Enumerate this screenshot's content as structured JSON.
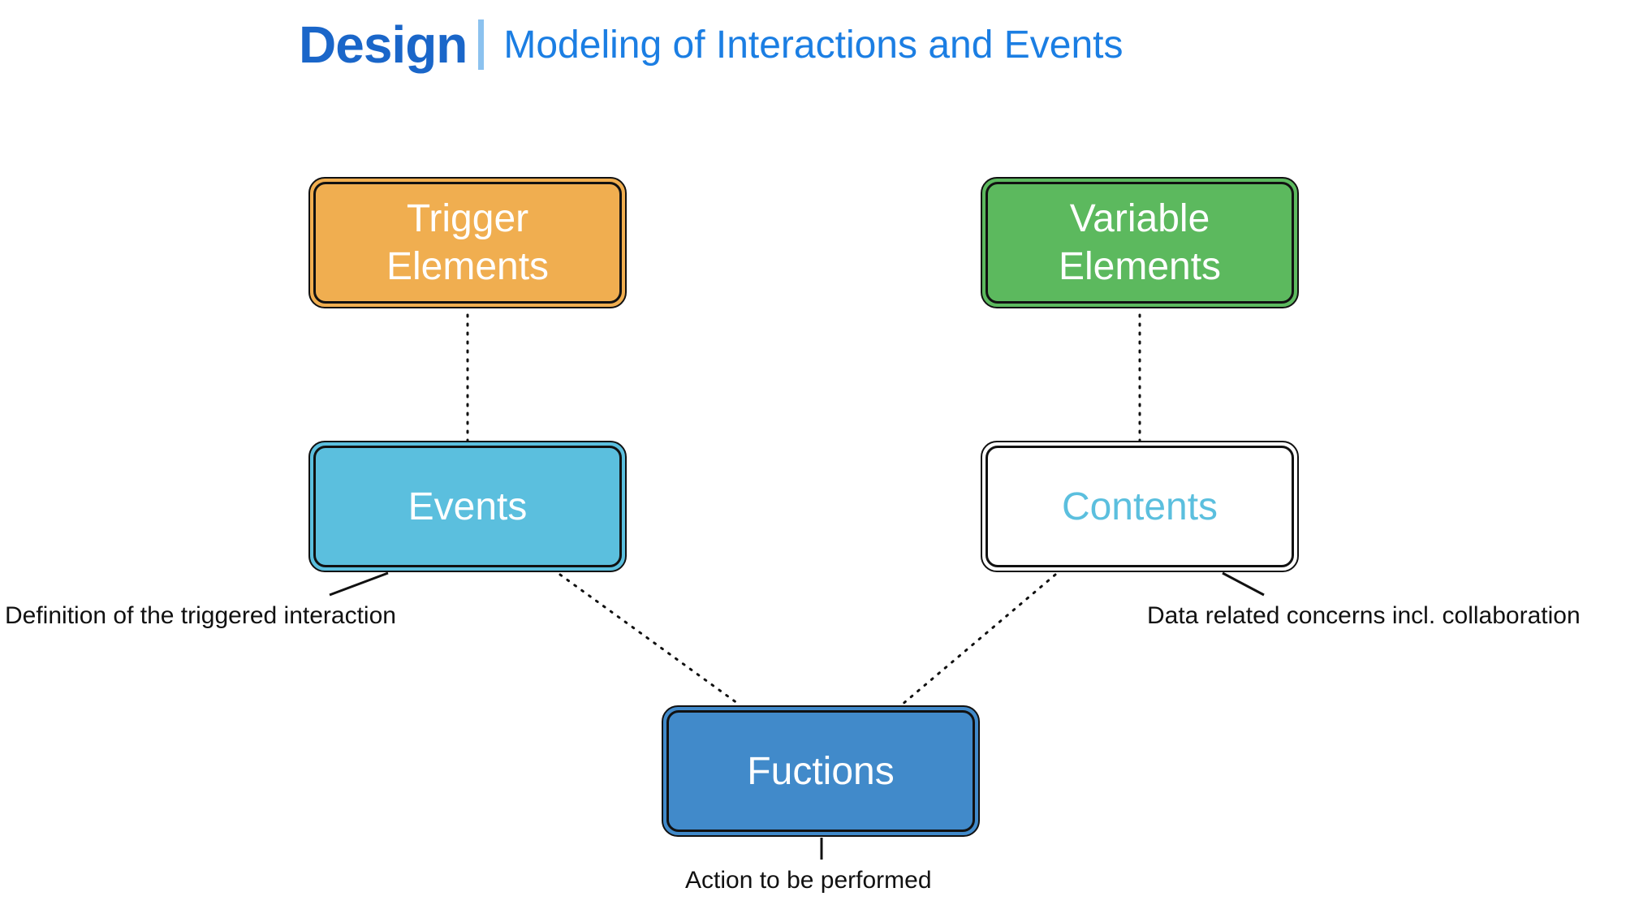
{
  "header": {
    "title": "Design",
    "subtitle": "Modeling of Interactions and Events"
  },
  "nodes": {
    "trigger_elements": "Trigger\nElements",
    "variable_elements": "Variable\nElements",
    "events": "Events",
    "contents": "Contents",
    "functions": "Fuctions"
  },
  "annotations": {
    "events": "Definition of the triggered interaction",
    "contents": "Data related concerns incl. collaboration",
    "functions": "Action to be performed"
  },
  "colors": {
    "title": "#1a66c9",
    "subtitle": "#1b7ee3",
    "trigger_elements": "#f0ae50",
    "variable_elements": "#5cb95e",
    "events": "#5bbfde",
    "contents_text": "#5bbfde",
    "functions": "#418aca"
  }
}
